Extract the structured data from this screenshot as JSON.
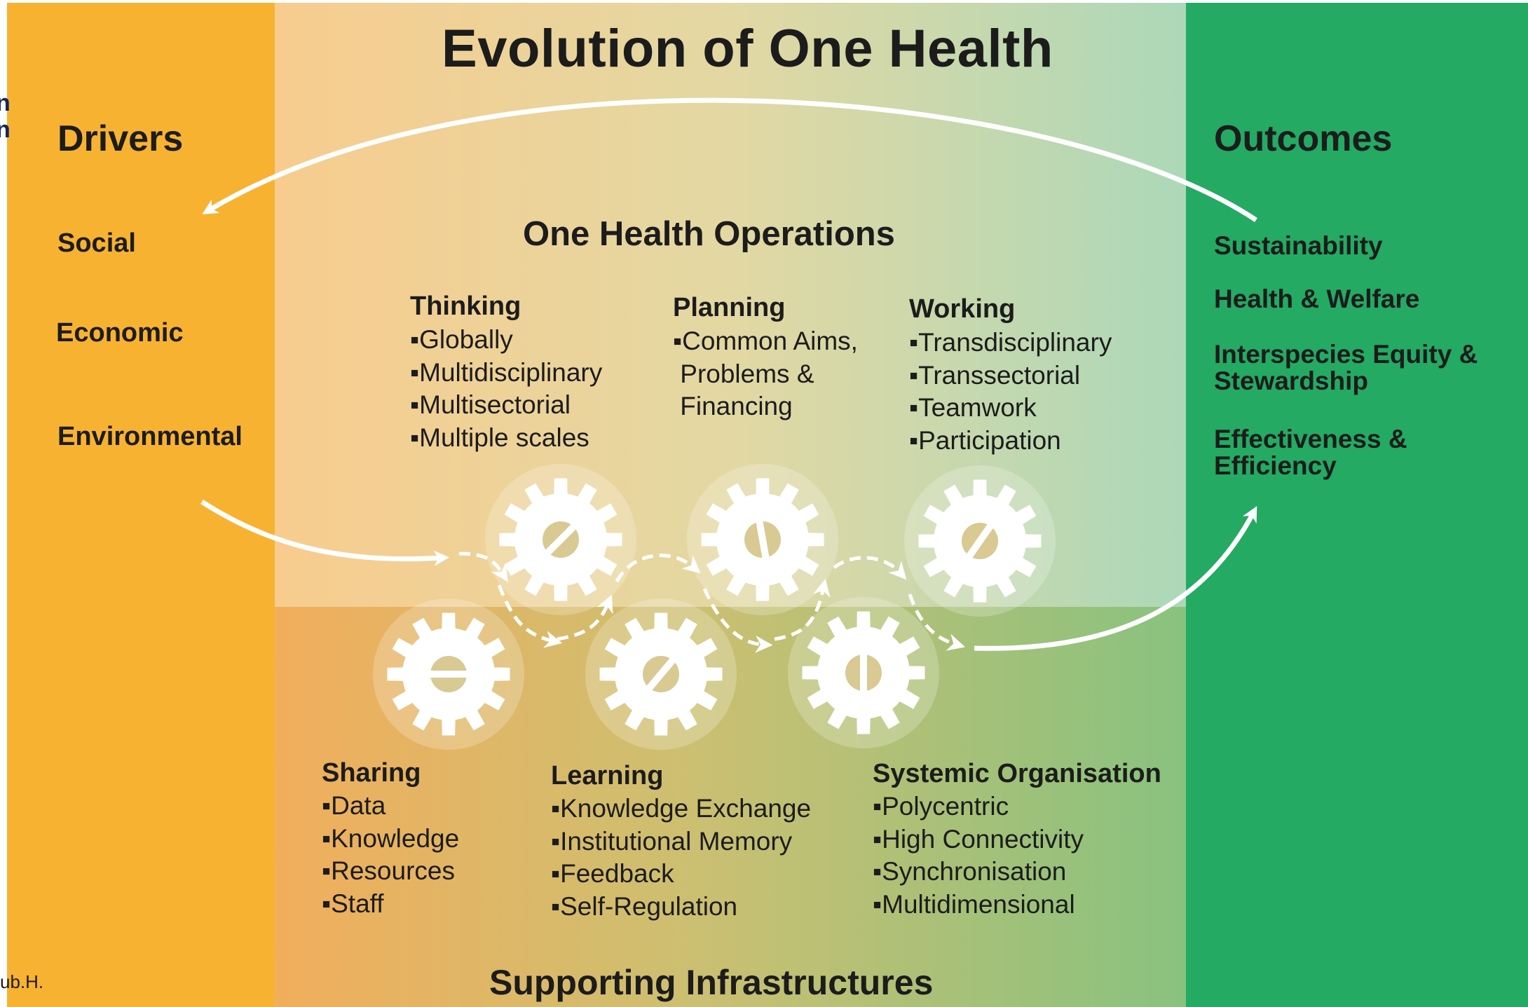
{
  "title": "Evolution of One Health",
  "drivers": {
    "heading": "Drivers",
    "items": [
      "Social",
      "Economic",
      "Environmental"
    ]
  },
  "outcomes": {
    "heading": "Outcomes",
    "items": [
      "Sustainability",
      "Health & Welfare",
      "Interspecies Equity & Stewardship",
      "Effectiveness & Efficiency"
    ]
  },
  "operations": {
    "heading": "One Health Operations",
    "groups": [
      {
        "title": "Thinking",
        "items": [
          "▪Globally",
          "▪Multidisciplinary",
          "▪Multisectorial",
          "▪Multiple scales"
        ]
      },
      {
        "title": "Planning",
        "items": [
          "▪Common Aims,",
          " Problems &",
          " Financing"
        ]
      },
      {
        "title": "Working",
        "items": [
          "▪Transdisciplinary",
          "▪Transsectorial",
          "▪Teamwork",
          "▪Participation"
        ]
      }
    ]
  },
  "infrastructures": {
    "heading": "Supporting Infrastructures",
    "groups": [
      {
        "title": "Sharing",
        "items": [
          "▪Data",
          "▪Knowledge",
          "▪Resources",
          "▪Staff"
        ]
      },
      {
        "title": "Learning",
        "items": [
          "▪Knowledge Exchange",
          "▪Institutional Memory",
          "▪Feedback",
          "▪Self-Regulation"
        ]
      },
      {
        "title": "Systemic Organisation",
        "items": [
          "▪Polycentric",
          "▪High Connectivity",
          "▪Synchronisation",
          "▪Multidimensional"
        ]
      }
    ]
  },
  "edge_fragments": {
    "left_top": "n",
    "left_mid": "n",
    "bottom_left": "ub.H."
  },
  "gears": {
    "count": 6,
    "icon": "gear-icon"
  },
  "colors": {
    "drivers_orange": "#f8b232",
    "outcomes_green": "#24aa63",
    "gear_white": "#ffffff",
    "text_dark": "#1c1c1c"
  }
}
